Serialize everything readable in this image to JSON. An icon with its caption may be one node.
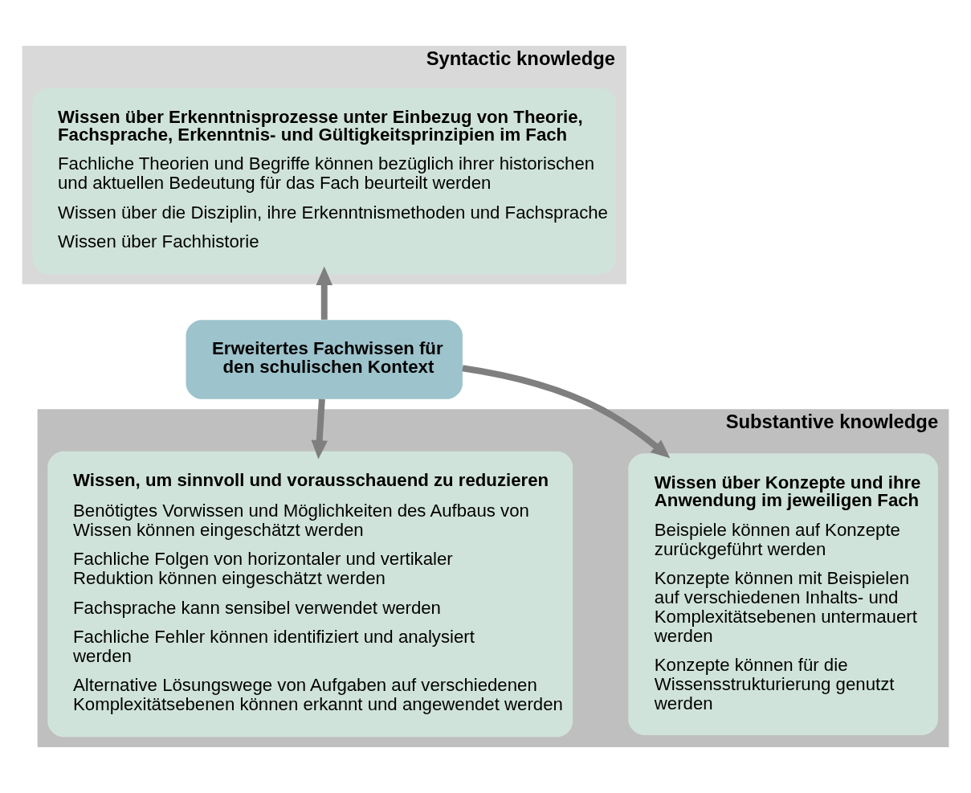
{
  "diagram": {
    "nodes": [
      {
        "text": [
          "Syntactic knowledge"
        ]
      },
      {
        "text": [
          "Wissen über Erkenntnisprozesse unter Einbezug von Theorie, Fachsprache, Erkenntnis- und Gültigkeitsprinzipien im Fach",
          "Fachliche Theorien und Begriffe können bezüglich ihrer historischen und aktuellen Bedeutung für das Fach beurteilt werden",
          "Wissen über die Disziplin, ihre Erkenntnismethoden und Fachsprache",
          "Wissen über Fachhistorie"
        ],
        "in": 0
      },
      {
        "text": [
          "Erweitertes Fachwissen für den schulischen Kontext"
        ]
      },
      {
        "text": [
          "Substantive knowledge"
        ]
      },
      {
        "text": [
          "Wissen über Konzepte und ihre Anwendung im jeweiligen Fach",
          "Beispiele können auf Konzepte zurückgeführt werden",
          "Konzepte können mit Beispielen auf verschiedenen Inhalts- und Komplexitätsebenen untermauert werden",
          "Konzepte können für die Wissensstrukturierung genutzt werden"
        ],
        "in": 3
      },
      {
        "text": [
          "Wissen, um sinnvoll und vorausschauend zu reduzieren",
          "Benötigtes Vorwissen und Möglichkeiten des Aufbaus von Wissen können eingeschätzt werden",
          "Fachliche Folgen von horizontaler und vertikaler Reduktion können eingeschätzt werden",
          "Fachsprache kann sensibel verwendet werden",
          "Fachliche Fehler können identifiziert und analysiert werden",
          "Alternative Lösungswege von Aufgaben auf verschiedenen Komplexitätsebenen können erkannt und angewendet werden"
        ],
        "in": 3
      }
    ],
    "edges": [
      {
        "from": 2,
        "to": 1,
        "arrow": "to"
      },
      {
        "from": 2,
        "to": 4,
        "arrow": "to"
      },
      {
        "from": 2,
        "to": 5,
        "arrow": "to"
      }
    ]
  }
}
